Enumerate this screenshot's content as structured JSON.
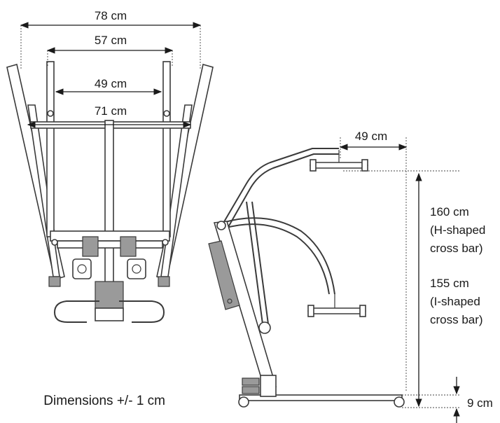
{
  "front_view": {
    "dim_overall_width": "78 cm",
    "dim_mast_width": "57 cm",
    "dim_inner_width": "49 cm",
    "dim_legs_closed": "71 cm"
  },
  "side_view": {
    "dim_spreader_offset": "49 cm",
    "height_h_value": "160 cm",
    "height_h_note_1": "(H-shaped",
    "height_h_note_2": "cross bar)",
    "height_i_value": "155 cm",
    "height_i_note_1": "(I-shaped",
    "height_i_note_2": "cross bar)",
    "dim_ground_clearance": "9 cm"
  },
  "footnote": "Dimensions +/- 1 cm"
}
